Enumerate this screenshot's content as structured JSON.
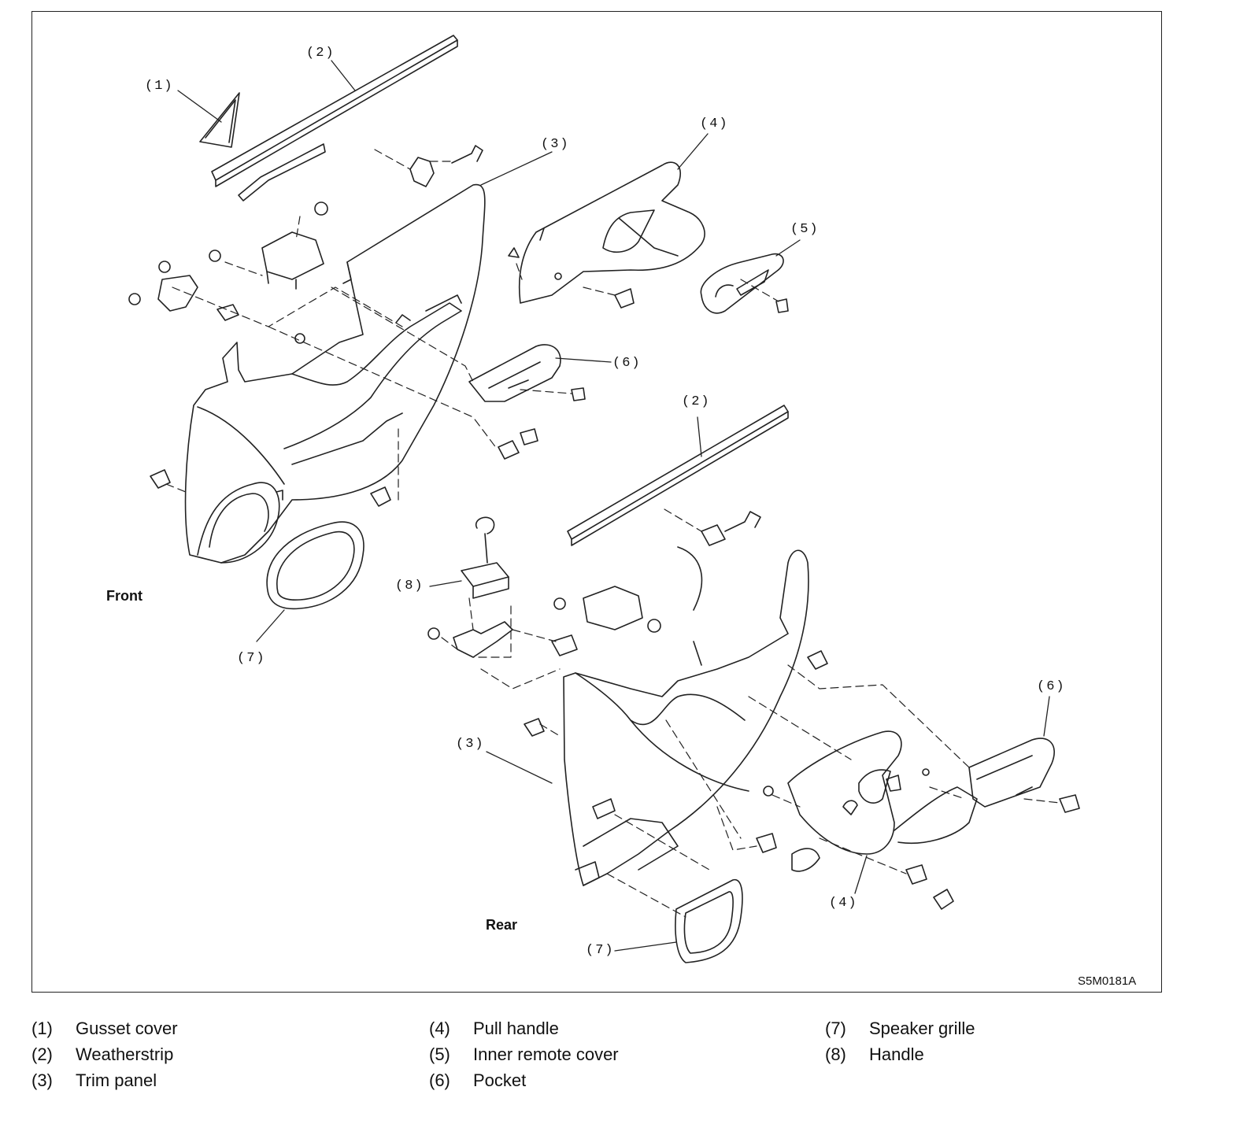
{
  "diagram": {
    "figure_code": "S5M0181A",
    "views": {
      "front": "Front",
      "rear": "Rear"
    },
    "callouts": {
      "front_1": "(1)",
      "front_2": "(2)",
      "front_3": "(3)",
      "front_4": "(4)",
      "front_5": "(5)",
      "front_6": "(6)",
      "front_7": "(7)",
      "rear_2": "(2)",
      "rear_8": "(8)",
      "rear_3": "(3)",
      "rear_6": "(6)",
      "rear_4": "(4)",
      "rear_7": "(7)"
    }
  },
  "legend": [
    {
      "num": "(1)",
      "name": "Gusset cover"
    },
    {
      "num": "(2)",
      "name": "Weatherstrip"
    },
    {
      "num": "(3)",
      "name": "Trim panel"
    },
    {
      "num": "(4)",
      "name": "Pull handle"
    },
    {
      "num": "(5)",
      "name": "Inner remote cover"
    },
    {
      "num": "(6)",
      "name": "Pocket"
    },
    {
      "num": "(7)",
      "name": "Speaker grille"
    },
    {
      "num": "(8)",
      "name": "Handle"
    }
  ]
}
